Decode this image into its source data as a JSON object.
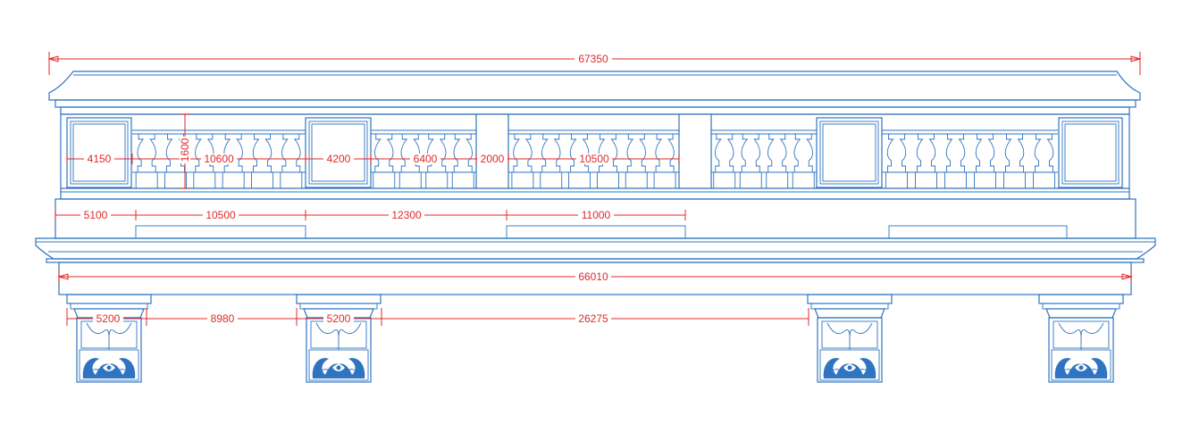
{
  "colors": {
    "outline": "#2f74c0",
    "dimension": "#e0282a",
    "background": "#ffffff"
  },
  "dimensions": {
    "overall_top": "67350",
    "panel_left": "4150",
    "bay_1": "10600",
    "panel_mid": "4200",
    "bay_2": "6400",
    "pier": "2000",
    "bay_3": "10500",
    "rail_height": "1600",
    "row2_a": "5100",
    "row2_b": "10500",
    "row2_c": "12300",
    "row2_d": "11000",
    "overall_base": "66010",
    "corbel_1": "5200",
    "gap_1": "8980",
    "corbel_2": "5200",
    "gap_2": "26275"
  }
}
